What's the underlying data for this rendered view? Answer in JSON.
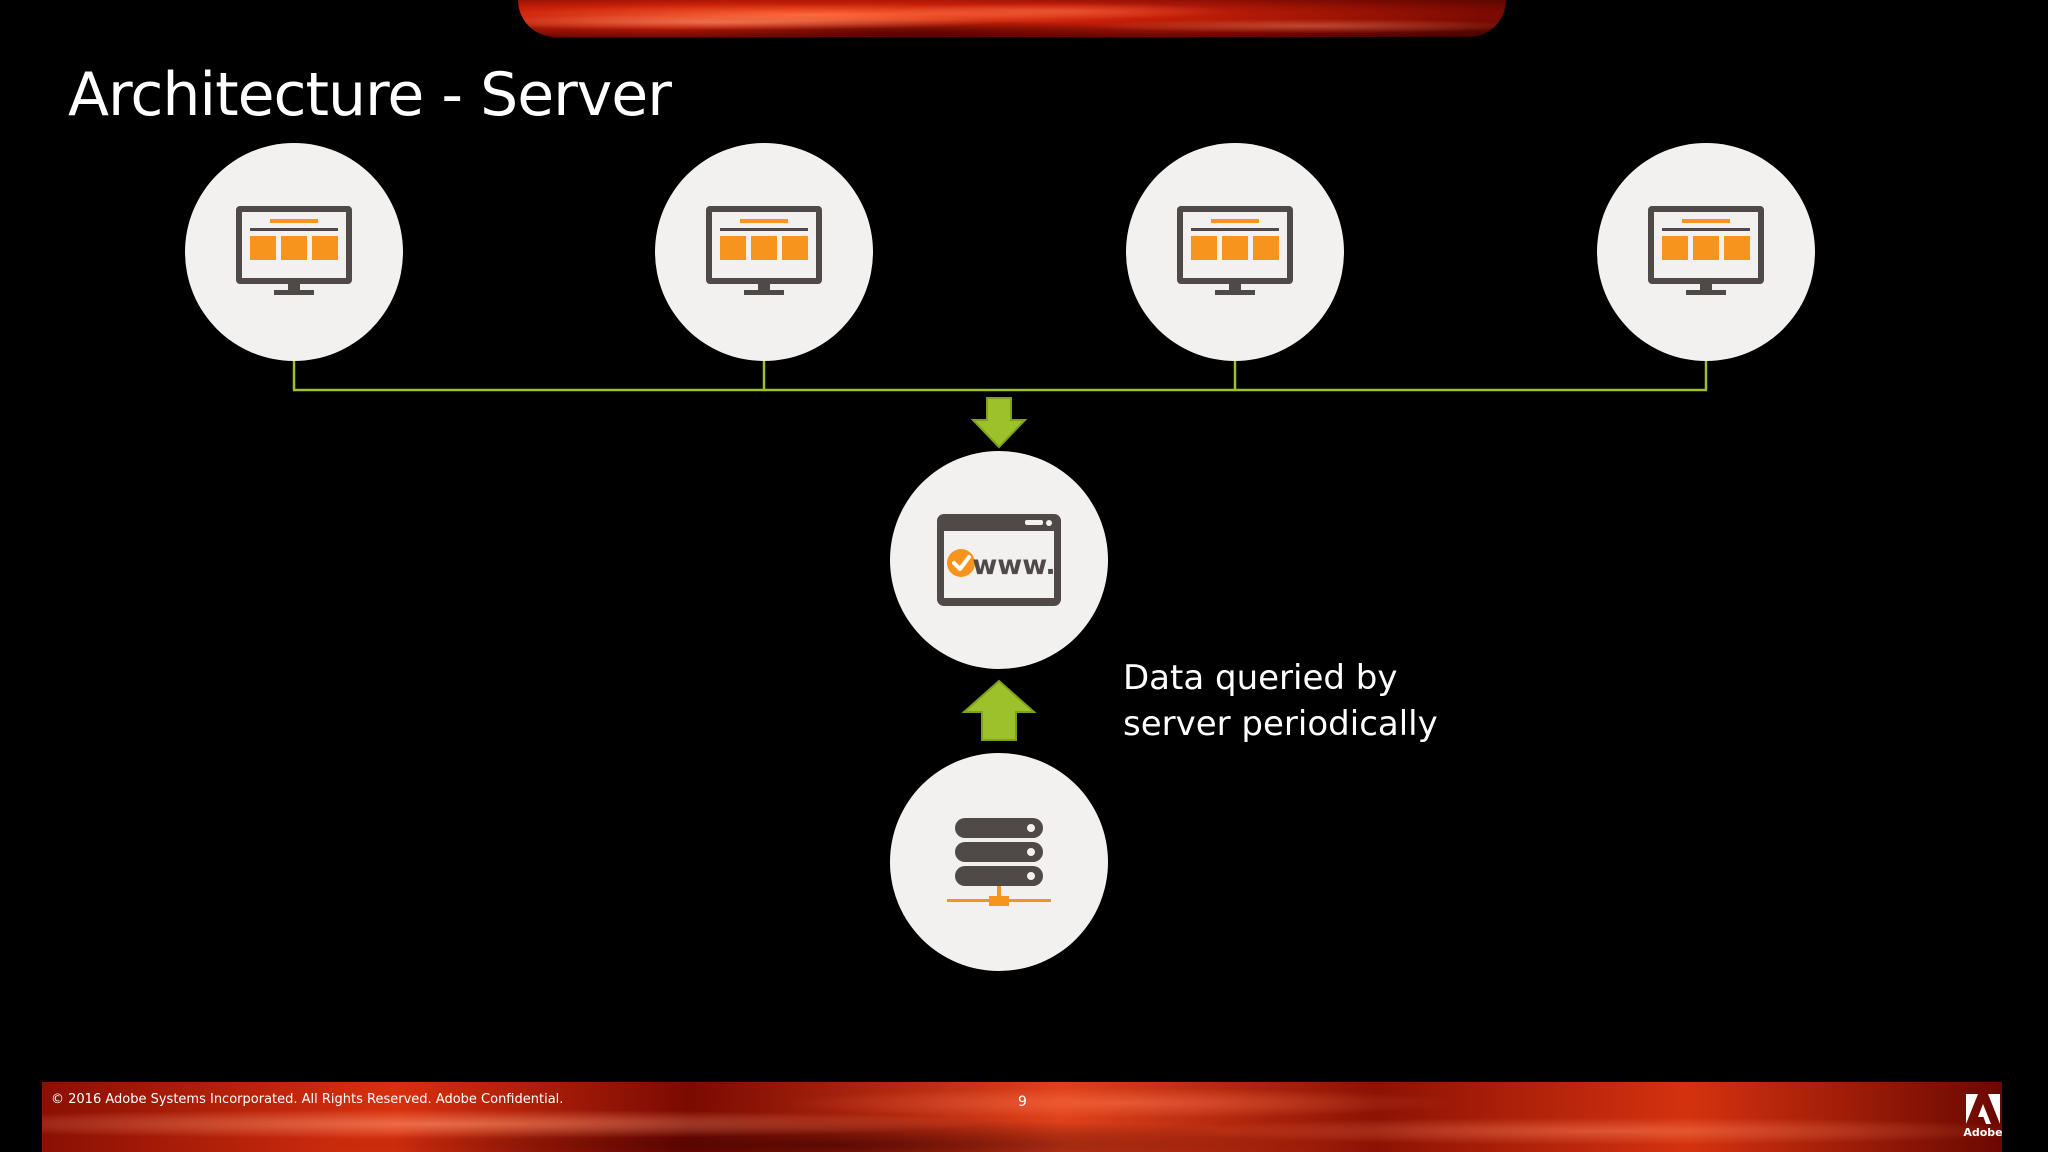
{
  "slide": {
    "title": "Architecture - Server",
    "caption_line1": "Data queried by",
    "caption_line2": "server periodically",
    "footer_copyright": "© 2016 Adobe Systems Incorporated.  All Rights Reserved.  Adobe Confidential.",
    "page_number": "9",
    "logo_text": "Adobe",
    "www_label": "www."
  },
  "diagram": {
    "clients": [
      {
        "icon": "monitor-icon"
      },
      {
        "icon": "monitor-icon"
      },
      {
        "icon": "monitor-icon"
      },
      {
        "icon": "monitor-icon"
      }
    ],
    "server": {
      "icon": "browser-www-icon"
    },
    "database": {
      "icon": "database-server-icon"
    }
  },
  "colors": {
    "background": "#000000",
    "circle": "#f3f1f0",
    "connector": "#9cc12a",
    "arrow": "#9cc12a",
    "icon_dark": "#4f4a47",
    "icon_orange": "#f7941d",
    "band_red": "#c81f08"
  }
}
